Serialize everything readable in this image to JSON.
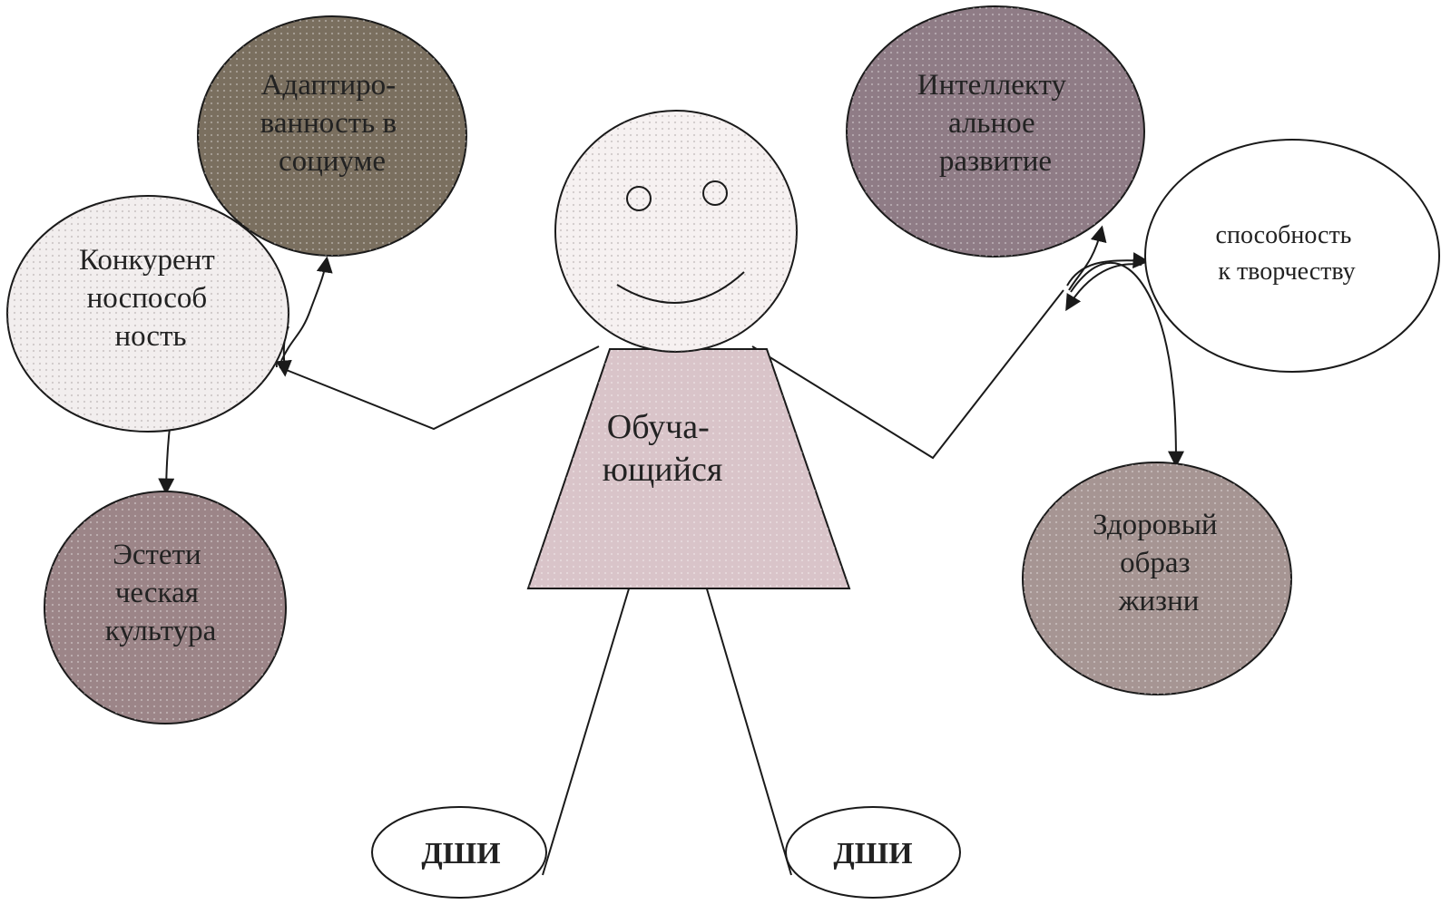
{
  "figure": {
    "center": {
      "label_lines": [
        "Обуча-",
        "ющийся"
      ]
    },
    "nodes": {
      "adaptation": {
        "label_lines": [
          "Адаптиро-",
          "ванность в",
          "социуме"
        ],
        "fill": "#7a6f5f"
      },
      "competitiveness": {
        "label_lines": [
          "Конкурент",
          "носпособ",
          "ность"
        ],
        "fill": "#f2eeee"
      },
      "aesthetic_culture": {
        "label_lines": [
          "Эстети",
          "ческая",
          "культура"
        ],
        "fill": "#9c8588"
      },
      "intellectual_development": {
        "label_lines": [
          "Интеллекту",
          "альное",
          "развитие"
        ],
        "fill": "#8f7c86"
      },
      "creativity": {
        "label_lines": [
          "способность",
          "к творчеству"
        ],
        "fill": "#ffffff"
      },
      "healthy_lifestyle": {
        "label_lines": [
          "Здоровый",
          "образ",
          "жизни"
        ],
        "fill": "#a69593"
      }
    },
    "feet": {
      "left_label": "ДШИ",
      "right_label": "ДШИ"
    },
    "colors": {
      "head_fill": "#f6f1f1",
      "body_fill": "#d9c4c9",
      "line": "#1a1a1a"
    }
  }
}
